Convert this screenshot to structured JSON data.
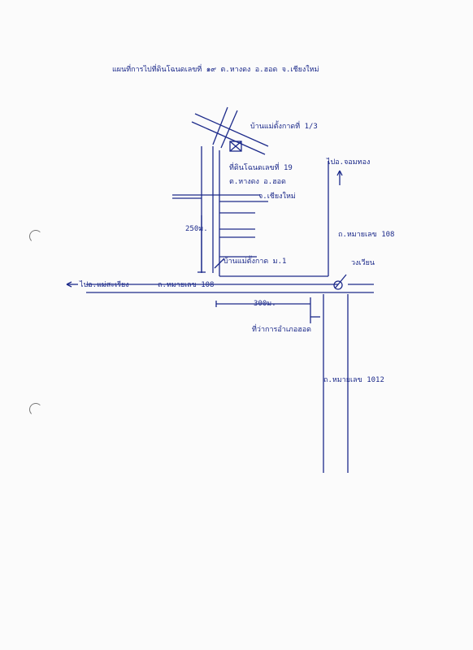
{
  "title": "แผนที่การไปที่ดินโฉนดเลขที่ ๑๙ ต.หางดง อ.ฮอด จ.เชียงใหม่",
  "labels": {
    "ban_mae_hang_1_3": "บ้านแม่ตั้งกาดที่ 1/3",
    "parcel_line1": "ที่ดินโฉนดเลขที่ 19",
    "parcel_line2": "ต.หางดง อ.ฮอด",
    "parcel_line3": "จ.เชียงใหม่",
    "to_chom_thong": "ไปอ.จอมทอง",
    "hwy108_right": "ถ.หมายเลข 108",
    "dist_250": "250ม.",
    "ban_mae_hang_1": "บ้านแม่ตั้งกาด ม.1",
    "roundabout": "วงเวียน",
    "to_mae_sariang": "ไปอ.แม่สะเรียง",
    "hwy108_left": "ถ.หมายเลข 108",
    "dist_300": "300ม.",
    "district_office": "ที่ว่าการอำเภอฮอด",
    "hwy1012": "ถ.หมายเลข 1012"
  },
  "colors": {
    "ink": "#1c2a8a",
    "paper": "#fbfbfb"
  }
}
